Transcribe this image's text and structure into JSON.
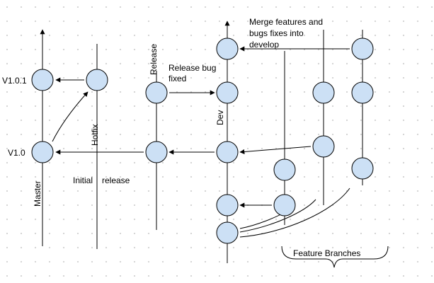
{
  "colors": {
    "node_fill": "#cce0f5",
    "stroke": "#000000",
    "background": "#ffffff",
    "grid_dot": "#d4d4d4"
  },
  "labels": {
    "v101": "V1.0.1",
    "v10": "V1.0",
    "master": "Master",
    "hotfix": "Hotfix",
    "release": "Release",
    "dev": "Dev",
    "release_bug_line1": "Release bug",
    "release_bug_line2": "fixed",
    "merge_line1": "Merge features and",
    "merge_line2": "bugs fixes into",
    "merge_line3": "develop",
    "initial": "Initial",
    "release_word": "release",
    "feature_branches": "Feature Branches"
  }
}
